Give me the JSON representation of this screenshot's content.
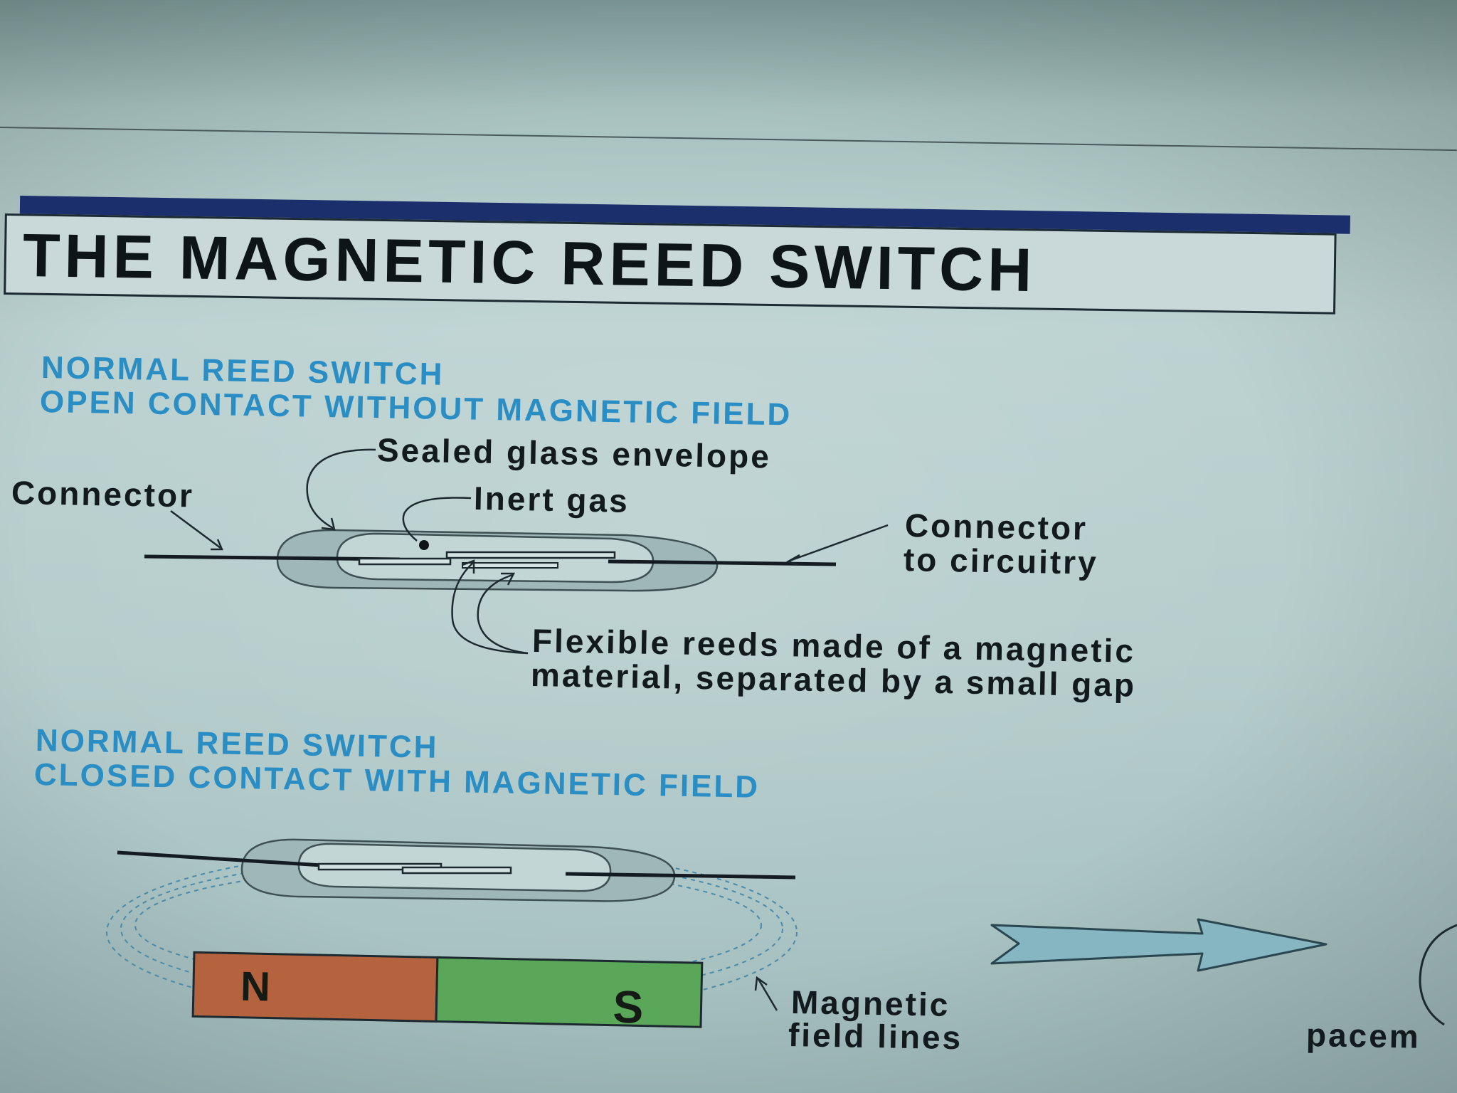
{
  "title": "THE MAGNETIC REED SWITCH",
  "section_open": {
    "line1": "NORMAL REED SWITCH",
    "line2": "OPEN CONTACT WITHOUT MAGNETIC FIELD"
  },
  "labels_open": {
    "connector_left": "Connector",
    "sealed_glass": "Sealed glass envelope",
    "inert_gas": "Inert gas",
    "connector_right_1": "Connector",
    "connector_right_2": "to circuitry",
    "reeds_1": "Flexible reeds made of a magnetic",
    "reeds_2": "material, separated by a small gap"
  },
  "section_closed": {
    "line1": "NORMAL REED SWITCH",
    "line2": "CLOSED CONTACT WITH MAGNETIC FIELD"
  },
  "labels_closed": {
    "field_lines_1": "Magnetic",
    "field_lines_2": "field lines",
    "pole_n": "N",
    "pole_s": "S",
    "partial_word": "pacem"
  },
  "colors": {
    "heading_blue": "#2a8ec4",
    "title_band": "#1b2f6c",
    "magnet_n": "#b5623f",
    "magnet_s": "#5aa75a",
    "arrow_fill": "#86b6c2"
  }
}
